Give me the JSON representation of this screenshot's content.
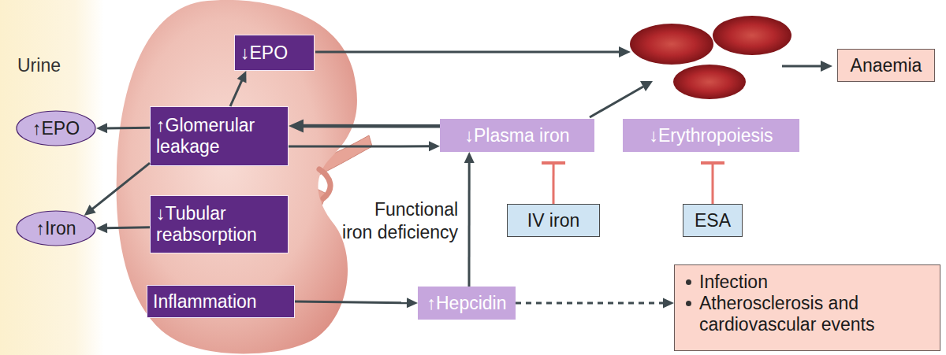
{
  "diagram": {
    "nodes": [
      {
        "text": [
          "Urine"
        ]
      },
      {
        "text": [
          "↑EPO"
        ],
        "in": 0
      },
      {
        "text": [
          "↑Iron"
        ],
        "in": 0
      },
      {
        "text": [
          "↓EPO"
        ]
      },
      {
        "text": [
          "↑Glomerular leakage"
        ]
      },
      {
        "text": [
          "↓Tubular reabsorption"
        ]
      },
      {
        "text": [
          "Inflammation"
        ]
      },
      {
        "text": [
          "Anaemia"
        ]
      },
      {
        "text": [
          "↓Plasma iron"
        ]
      },
      {
        "text": [
          "↓Erythropoiesis"
        ]
      },
      {
        "text": [
          "IV iron"
        ]
      },
      {
        "text": [
          "ESA"
        ]
      },
      {
        "text": [
          "↑Hepcidin"
        ]
      },
      {
        "text": [
          "Infection",
          "Atherosclerosis and cardiovascular events"
        ]
      }
    ],
    "edges": [
      {
        "from": 4,
        "to": 3,
        "arrow": "to"
      },
      {
        "from": 4,
        "to": 1,
        "arrow": "to"
      },
      {
        "from": 4,
        "to": 2,
        "arrow": "to"
      },
      {
        "from": 5,
        "to": 2,
        "arrow": "to"
      },
      {
        "from": 8,
        "to": 4,
        "arrow": "to"
      },
      {
        "from": 4,
        "to": 8,
        "arrow": "to"
      },
      {
        "from": 6,
        "to": 12,
        "arrow": "to"
      },
      {
        "from": 12,
        "to": 8,
        "label": "Functional iron deficiency",
        "arrow": "to"
      },
      {
        "from": 10,
        "to": 8,
        "arrow": "to"
      },
      {
        "from": 11,
        "to": 9,
        "arrow": "to"
      },
      {
        "from": 12,
        "to": 13,
        "arrow": "to"
      }
    ]
  }
}
